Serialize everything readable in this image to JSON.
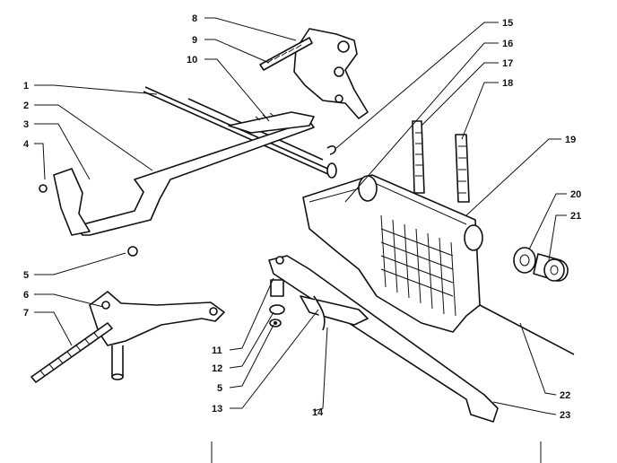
{
  "diagram": {
    "callouts": [
      {
        "id": "c1",
        "text": "1"
      },
      {
        "id": "c2",
        "text": "2"
      },
      {
        "id": "c3",
        "text": "3"
      },
      {
        "id": "c4",
        "text": "4"
      },
      {
        "id": "c5a",
        "text": "5"
      },
      {
        "id": "c6",
        "text": "6"
      },
      {
        "id": "c7",
        "text": "7"
      },
      {
        "id": "c8",
        "text": "8"
      },
      {
        "id": "c9",
        "text": "9"
      },
      {
        "id": "c10",
        "text": "10"
      },
      {
        "id": "c11",
        "text": "11"
      },
      {
        "id": "c12",
        "text": "12"
      },
      {
        "id": "c5b",
        "text": "5"
      },
      {
        "id": "c13",
        "text": "13"
      },
      {
        "id": "c14",
        "text": "14"
      },
      {
        "id": "c15",
        "text": "15"
      },
      {
        "id": "c16",
        "text": "16"
      },
      {
        "id": "c17",
        "text": "17"
      },
      {
        "id": "c18",
        "text": "18"
      },
      {
        "id": "c19",
        "text": "19"
      },
      {
        "id": "c20",
        "text": "20"
      },
      {
        "id": "c21",
        "text": "21"
      },
      {
        "id": "c22",
        "text": "22"
      },
      {
        "id": "c23",
        "text": "23"
      }
    ],
    "line_color": "#111111",
    "background": "#ffffff"
  }
}
